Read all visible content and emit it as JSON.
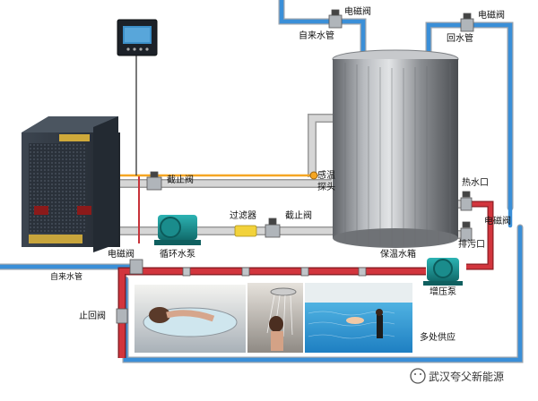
{
  "labels": {
    "solenoid_top_left": "电磁阀",
    "tap_water_pipe_top": "自来水管",
    "solenoid_top_right": "电磁阀",
    "return_pipe": "回水管",
    "stop_valve_upper": "截止阀",
    "temp_sensor": "感温\n探头",
    "filter": "过滤器",
    "stop_valve_lower": "截止阀",
    "hot_water_outlet": "热水口",
    "solenoid_right": "电磁阀",
    "drain_outlet": "排污口",
    "circulation_pump": "循环水泵",
    "insulated_tank": "保温水箱",
    "solenoid_left": "电磁阀",
    "tap_water_pipe_left": "自来水管",
    "booster_pump": "增压泵",
    "check_valve": "止回阀",
    "multi_supply": "多处供应"
  },
  "watermark": "武汉夸父新能源",
  "colors": {
    "pipe_blue": "#3a8fd8",
    "pipe_gray": "#c8c8c8",
    "pipe_red": "#c8323a",
    "pipe_orange": "#f5a623",
    "pump_teal": "#1a8c8c"
  }
}
